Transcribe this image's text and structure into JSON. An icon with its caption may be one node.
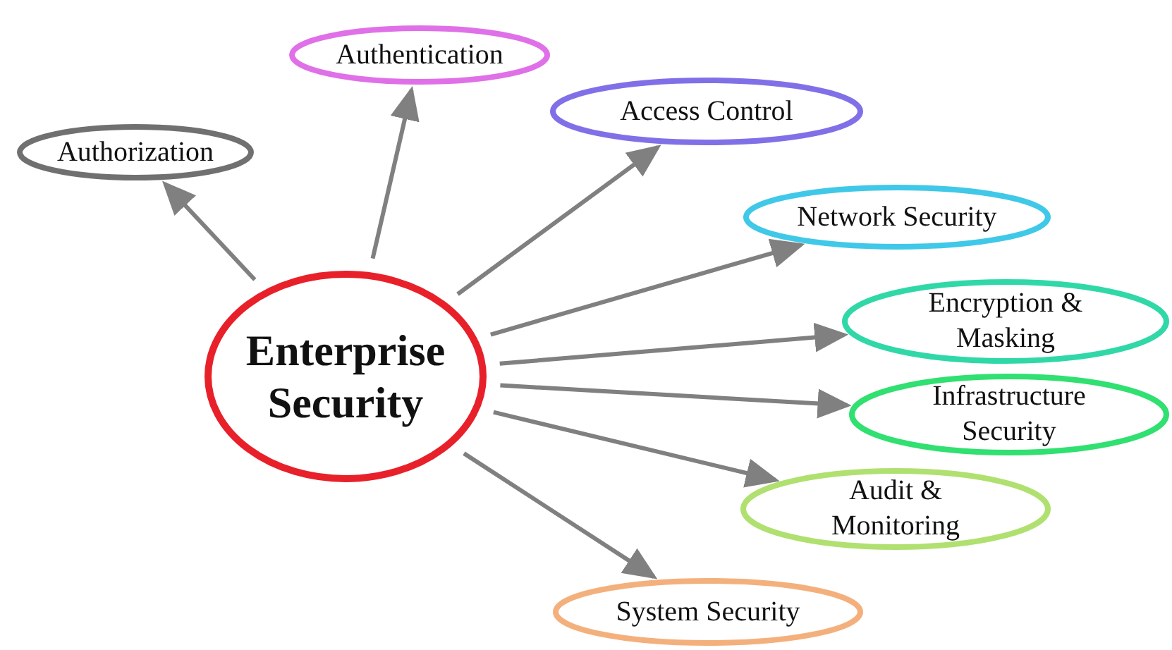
{
  "diagram": {
    "nodes": [
      {
        "text": [
          "Enterprise Security"
        ]
      },
      {
        "text": [
          "Authorization"
        ]
      },
      {
        "text": [
          "Authentication"
        ]
      },
      {
        "text": [
          "Access Control"
        ]
      },
      {
        "text": [
          "Network Security"
        ]
      },
      {
        "text": [
          "Encryption & Masking"
        ]
      },
      {
        "text": [
          "Infrastructure Security"
        ]
      },
      {
        "text": [
          "Audit & Monitoring"
        ]
      },
      {
        "text": [
          "System Security"
        ]
      }
    ],
    "edges": [
      {
        "from": 0,
        "to": 1,
        "arrow": "to"
      },
      {
        "from": 0,
        "to": 2,
        "arrow": "to"
      },
      {
        "from": 0,
        "to": 3,
        "arrow": "to"
      },
      {
        "from": 0,
        "to": 4,
        "arrow": "to"
      },
      {
        "from": 0,
        "to": 5,
        "arrow": "to"
      },
      {
        "from": 0,
        "to": 6,
        "arrow": "to"
      },
      {
        "from": 0,
        "to": 7,
        "arrow": "to"
      },
      {
        "from": 0,
        "to": 8,
        "arrow": "to"
      }
    ]
  }
}
